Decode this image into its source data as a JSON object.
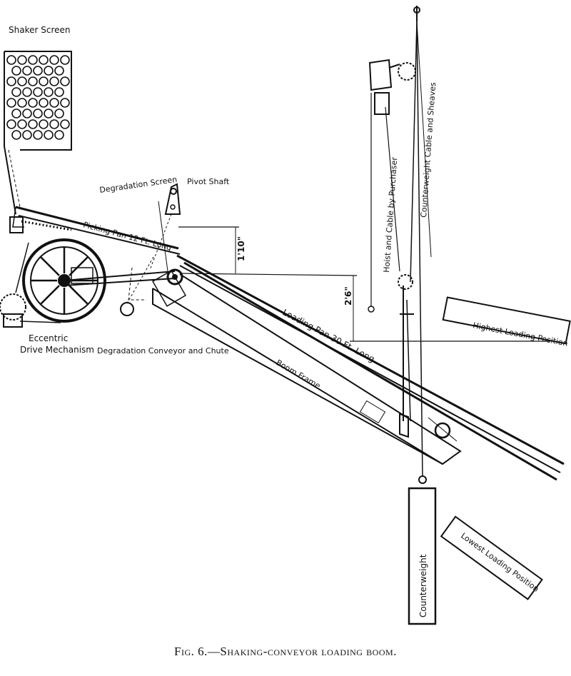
{
  "labels": {
    "shaker_screen": "Shaker Screen",
    "pivot_shaft": "Pivot Shaft",
    "degradation_screen": "Degradation Screen",
    "picking_pan": "Picking Pan 12 Ft. Long",
    "dim_1": "1'10\"",
    "dim_2": "2'6\"",
    "eccentric": "Eccentric",
    "drive_mechanism": "Drive Mechanism",
    "degradation_conveyor": "Degradation Conveyor and Chute",
    "loading_pan": "Loading Pan 30 Ft. Long",
    "boom_frame": "Boom Frame",
    "hoist_cable": "Hoist and Cable by Purchaser",
    "counterweight_cable": "Counterweight Cable and Sheaves",
    "highest_position": "Highest Loading Position",
    "lowest_position": "Lowest Loading Position",
    "counterweight": "Counterweight"
  },
  "caption": "Fig. 6.—Shaking-conveyor loading boom."
}
